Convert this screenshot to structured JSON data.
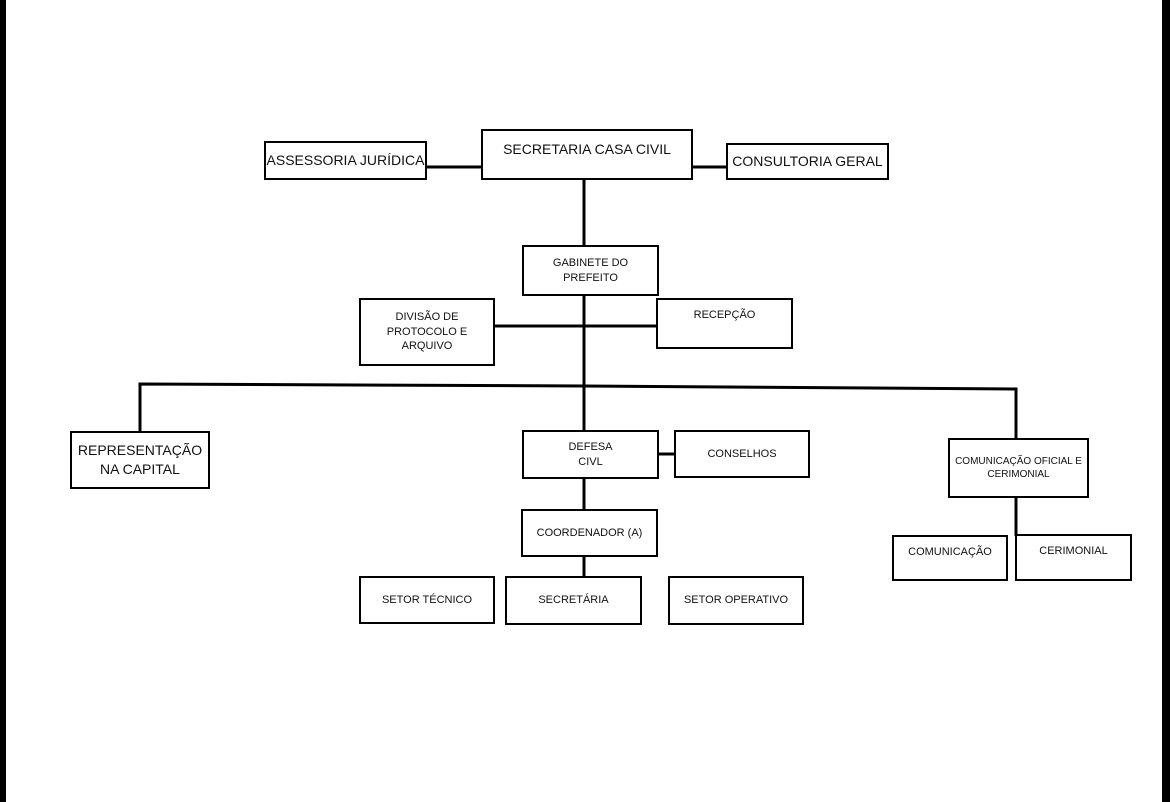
{
  "org_chart": {
    "secretaria": "SECRETARIA CASA CIVIL",
    "assessoria": "ASSESSORIA JURÍDICA",
    "consultoria": "CONSULTORIA GERAL",
    "gabinete": "GABINETE DO\nPREFEITO",
    "protocolo": "DIVISÃO DE\nPROTOCOLO E\nARQUIVO",
    "recepcao": "RECEPÇÃO",
    "representacao": "REPRESENTAÇÃO\nNA CAPITAL",
    "defesa": "DEFESA\nCIVL",
    "conselhos": "CONSELHOS",
    "coordenador": "COORDENADOR (A)",
    "setor_tecnico": "SETOR TÉCNICO",
    "secretaria_setor": "SECRETÁRIA",
    "setor_operativo": "SETOR OPERATIVO",
    "comunicacao_oficial": "COMUNICAÇÃO OFICIAL E\nCERIMONIAL",
    "comunicacao": "COMUNICAÇÃO",
    "cerimonial": "CERIMONIAL"
  },
  "colors": {
    "background": "#ffffff",
    "border": "#000000",
    "frame": "#000000"
  }
}
